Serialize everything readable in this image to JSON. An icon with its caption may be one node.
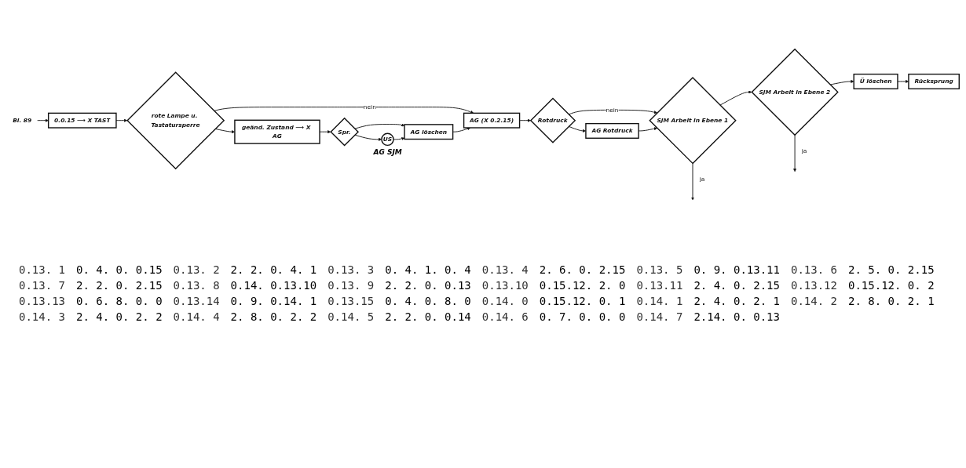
{
  "diagram": {
    "nodes": [
      {
        "text": [
          "Bl. 89"
        ]
      },
      {
        "text": [
          "0.0.15 ⟶ X TAST"
        ]
      },
      {
        "text": [
          "rote Lampe u. Tastatursperre"
        ]
      },
      {
        "text": [
          "geänd. Zustand ⟶ X AG"
        ]
      },
      {
        "text": [
          "Spr."
        ]
      },
      {
        "text": [
          "US"
        ],
        "beside": [
          "AG SJM"
        ]
      },
      {
        "text": [
          "AG löschen"
        ]
      },
      {
        "text": [
          "AG (X 0.2.15)"
        ]
      },
      {
        "text": [
          "Rotdruck"
        ]
      },
      {
        "text": [
          "AG Rotdruck"
        ]
      },
      {
        "text": [
          "SJM Arbeit in Ebene 1"
        ]
      },
      {
        "text": [
          "SJM Arbeit in Ebene 2"
        ]
      },
      {
        "text": [
          "Ü löschen"
        ]
      },
      {
        "text": [
          "Rücksprung"
        ]
      }
    ],
    "edges": [
      {
        "from": 0,
        "to": 1,
        "arrow": "to"
      },
      {
        "from": 1,
        "to": 2,
        "arrow": "to"
      },
      {
        "from": 2,
        "to": 3,
        "arrow": "to"
      },
      {
        "from": 2,
        "to": 7,
        "arrow": "to",
        "label": "nein"
      },
      {
        "from": 3,
        "to": 4,
        "arrow": "to"
      },
      {
        "from": 4,
        "to": 5,
        "arrow": "to"
      },
      {
        "from": 4,
        "to": 6,
        "arrow": "to"
      },
      {
        "from": 5,
        "to": 6,
        "arrow": "to"
      },
      {
        "from": 6,
        "to": 7,
        "arrow": "to"
      },
      {
        "from": 7,
        "to": 8,
        "arrow": "to"
      },
      {
        "from": 8,
        "to": 9,
        "arrow": "to"
      },
      {
        "from": 8,
        "to": 10,
        "arrow": "to",
        "label": "nein"
      },
      {
        "from": 9,
        "to": 10,
        "arrow": "to"
      },
      {
        "from": 10,
        "to": 11,
        "arrow": "to"
      },
      {
        "from": 10,
        "to": null,
        "arrow": "to",
        "label": "ja"
      },
      {
        "from": 11,
        "to": 12,
        "arrow": "to"
      },
      {
        "from": 11,
        "to": null,
        "arrow": "to",
        "label": "ja"
      },
      {
        "from": 12,
        "to": 13,
        "arrow": "to"
      }
    ],
    "labels": [
      "0.13. 1",
      "0. 4. 0. 0.15",
      "0.13. 2",
      "2. 2. 0. 4. 1",
      "0.13. 3",
      "0. 4. 1. 0. 4",
      "0.13. 4",
      "2. 6. 0. 2.15",
      "0.13. 5",
      "0. 9. 0.13.11",
      "0.13. 6",
      "2. 5. 0. 2.15",
      "0.13. 7",
      "2. 2. 0. 2.15",
      "0.13. 8",
      "0.14. 0.13.10",
      "0.13. 9",
      "2. 2. 0. 0.13",
      "0.13.10",
      "0.15.12. 2. 0",
      "0.13.11",
      "2. 4. 0. 2.15",
      "0.13.12",
      "0.15.12. 0. 2",
      "0.13.13",
      "0. 6. 8. 0. 0",
      "0.13.14",
      "0. 9. 0.14. 1",
      "0.13.15",
      "0. 4. 0. 8. 0",
      "0.14. 0",
      "0.15.12. 0. 1",
      "0.14. 1",
      "2. 4. 0. 2. 1",
      "0.14. 2",
      "2. 8. 0. 2. 1",
      "0.14. 3",
      "2. 4. 0. 2. 2",
      "0.14. 4",
      "2. 8. 0. 2. 2",
      "0.14. 5",
      "2. 2. 0. 0.14",
      "0.14. 6",
      "0. 7. 0. 0. 0",
      "0.14. 7",
      "2.14. 0. 0.13"
    ]
  }
}
